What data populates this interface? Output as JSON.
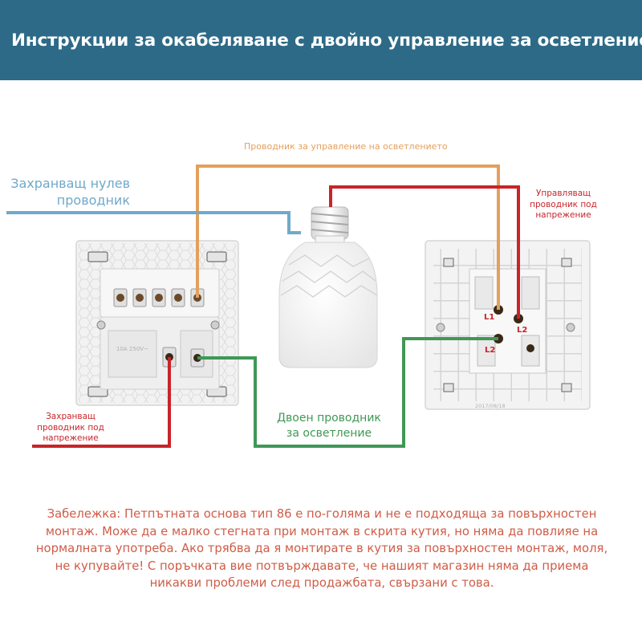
{
  "title": "Инструкции за окабеляване с двойно управление за осветление",
  "labels": {
    "control_wire": "Проводник за управление на осветлението",
    "neutral_wire": "Захранващ нулев проводник",
    "live_right": "Управляващ проводник под напрежение",
    "live_left": "Захранващ проводник под напрежение",
    "dual_wire": "Двоен проводник за осветление"
  },
  "terminals": {
    "l1_top": "L1",
    "l2_top": "L2",
    "l2_bottom": "L2"
  },
  "switch_marks": {
    "rating": "10A 250V~",
    "date": "2017/08/18"
  },
  "note": "Забележка: Петпътната основа тип 86 е по-голяма и не е подходяща за повърхностен монтаж. Може да е малко стегната при монтаж в скрита кутия, но няма да повлияе на нормалната употреба. Ако трябва да я монтирате в кутия за повърхностен монтаж, моля, не купувайте! С поръчката вие потвърждавате, че нашият магазин няма да приема никакви проблеми след продажбата, свързани с това.",
  "colors": {
    "header_bg": "#2d6a87",
    "orange_wire": "#e3a05c",
    "blue_wire": "#6fa9c9",
    "red_wire": "#c8242a",
    "green_wire": "#3f9856",
    "note_text": "#cf5c47"
  }
}
